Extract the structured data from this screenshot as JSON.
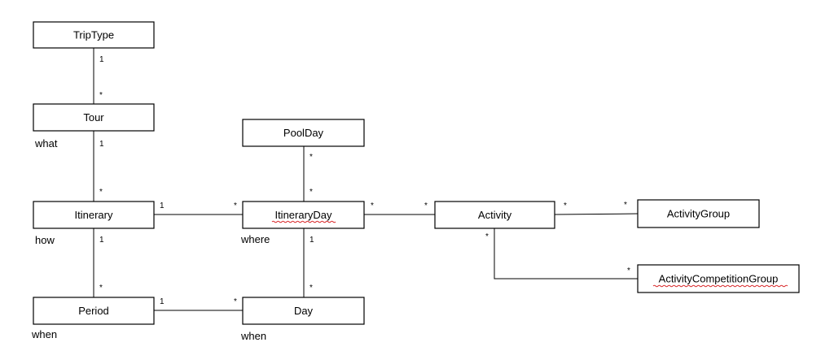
{
  "diagram": {
    "classes": {
      "triptype": "TripType",
      "tour": "Tour",
      "itinerary": "Itinerary",
      "period": "Period",
      "poolday": "PoolDay",
      "itineraryday": "ItineraryDay",
      "day": "Day",
      "activity": "Activity",
      "activitygroup": "ActivityGroup",
      "activitycompetitiongroup": "ActivityCompetitionGroup"
    },
    "roles": {
      "tour": "what",
      "itinerary": "how",
      "period": "when",
      "itineraryday": "where",
      "day": "when"
    },
    "multiplicities": {
      "triptype_tour_a": "1",
      "triptype_tour_b": "*",
      "tour_itinerary_a": "1",
      "tour_itinerary_b": "*",
      "itinerary_period_a": "1",
      "itinerary_period_b": "*",
      "itinerary_itineraryday_a": "1",
      "itinerary_itineraryday_b": "*",
      "poolday_itineraryday_a": "*",
      "poolday_itineraryday_b": "*",
      "itineraryday_day_a": "1",
      "itineraryday_day_b": "*",
      "period_day_a": "1",
      "period_day_b": "*",
      "itineraryday_activity_a": "*",
      "itineraryday_activity_b": "*",
      "activity_activitygroup_a": "*",
      "activity_activitygroup_b": "*",
      "activity_competition_a": "*",
      "activity_competition_b": "*"
    }
  }
}
